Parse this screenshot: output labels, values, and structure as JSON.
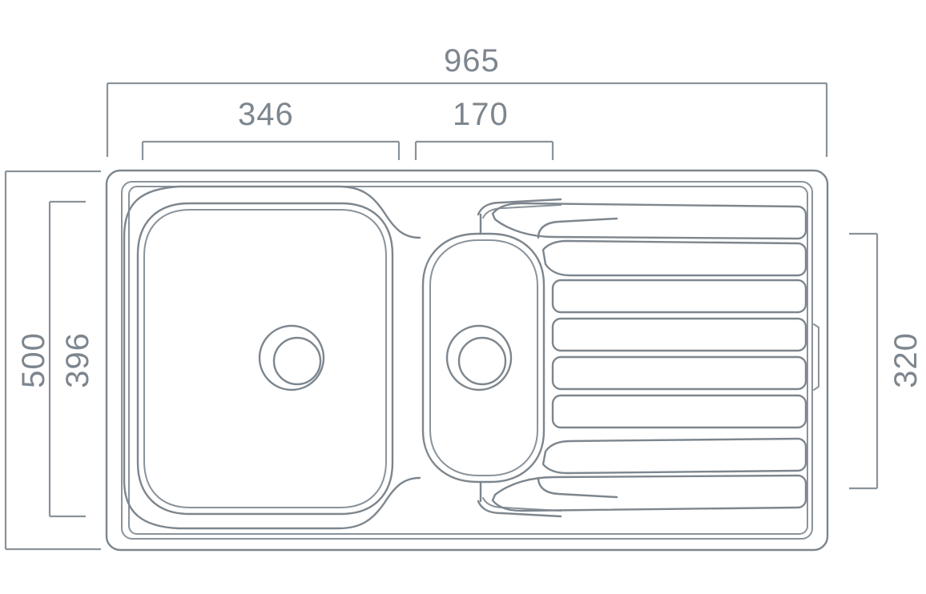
{
  "drawing": {
    "title": "Kitchen sink technical dimension drawing",
    "units": "mm",
    "line_color": "#7d868e",
    "accent_color": "#8a939b",
    "background_color": "#ffffff",
    "view": "top-down plan view"
  },
  "dimensions": {
    "overall_width": {
      "value": "965",
      "orientation": "horizontal",
      "position": "top",
      "label": "overall-width"
    },
    "bowl_main_width": {
      "value": "346",
      "orientation": "horizontal",
      "position": "top",
      "label": "main-bowl-width"
    },
    "bowl_half_width": {
      "value": "170",
      "orientation": "horizontal",
      "position": "top",
      "label": "half-bowl-width"
    },
    "overall_depth": {
      "value": "500",
      "orientation": "vertical",
      "position": "left-outer",
      "label": "overall-depth"
    },
    "bowl_depth": {
      "value": "396",
      "orientation": "vertical",
      "position": "left-inner",
      "label": "bowl-depth"
    },
    "drainer_depth": {
      "value": "320",
      "orientation": "vertical",
      "position": "right",
      "label": "drainer-depth"
    }
  },
  "features": {
    "main_bowl": {
      "name": "main-bowl",
      "shape": "rounded-square",
      "drain": "double-ring"
    },
    "half_bowl": {
      "name": "half-bowl",
      "shape": "stadium-pill",
      "drain": "double-ring"
    },
    "drainer": {
      "name": "drainer-board",
      "groove_count": 8,
      "shape": "ribbed-channels"
    },
    "rim": {
      "name": "sink-rim",
      "shape": "rounded-rectangle"
    }
  }
}
